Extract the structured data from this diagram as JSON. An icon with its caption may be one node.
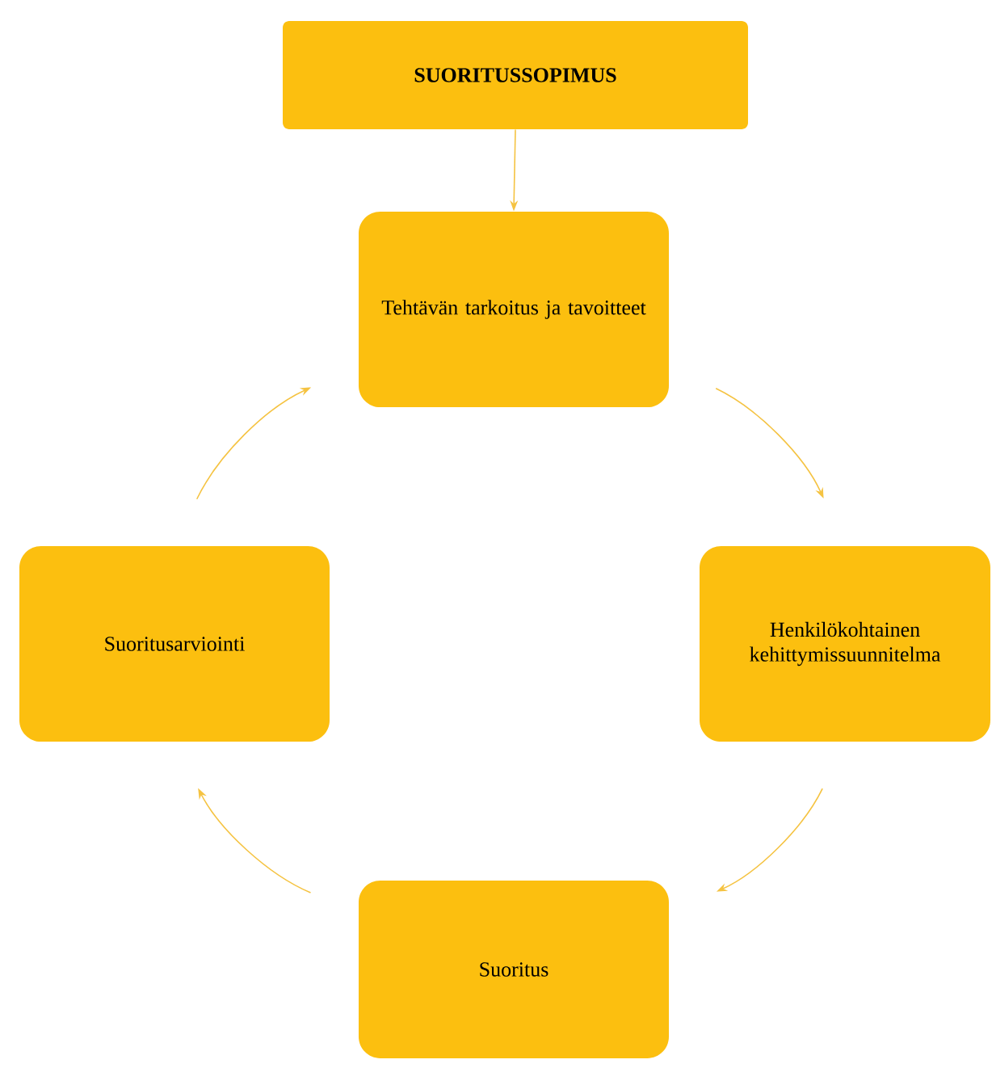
{
  "diagram": {
    "nodes": [
      {
        "text": [
          "SUORITUSSOPIMUS"
        ]
      },
      {
        "text": [
          "Tehtävän tarkoitus ja tavoitteet"
        ]
      },
      {
        "text": [
          "Henkilökohtainen kehittymissuunnitelma"
        ]
      },
      {
        "text": [
          "Suoritus"
        ]
      },
      {
        "text": [
          "Suoritusarviointi"
        ]
      }
    ],
    "edges": [
      {
        "from": 0,
        "to": 1,
        "arrow": "to"
      },
      {
        "from": 1,
        "to": 2,
        "arrow": "to"
      },
      {
        "from": 2,
        "to": 3,
        "arrow": "to"
      },
      {
        "from": 3,
        "to": 4,
        "arrow": "to"
      },
      {
        "from": 4,
        "to": 1,
        "arrow": "to"
      }
    ]
  }
}
